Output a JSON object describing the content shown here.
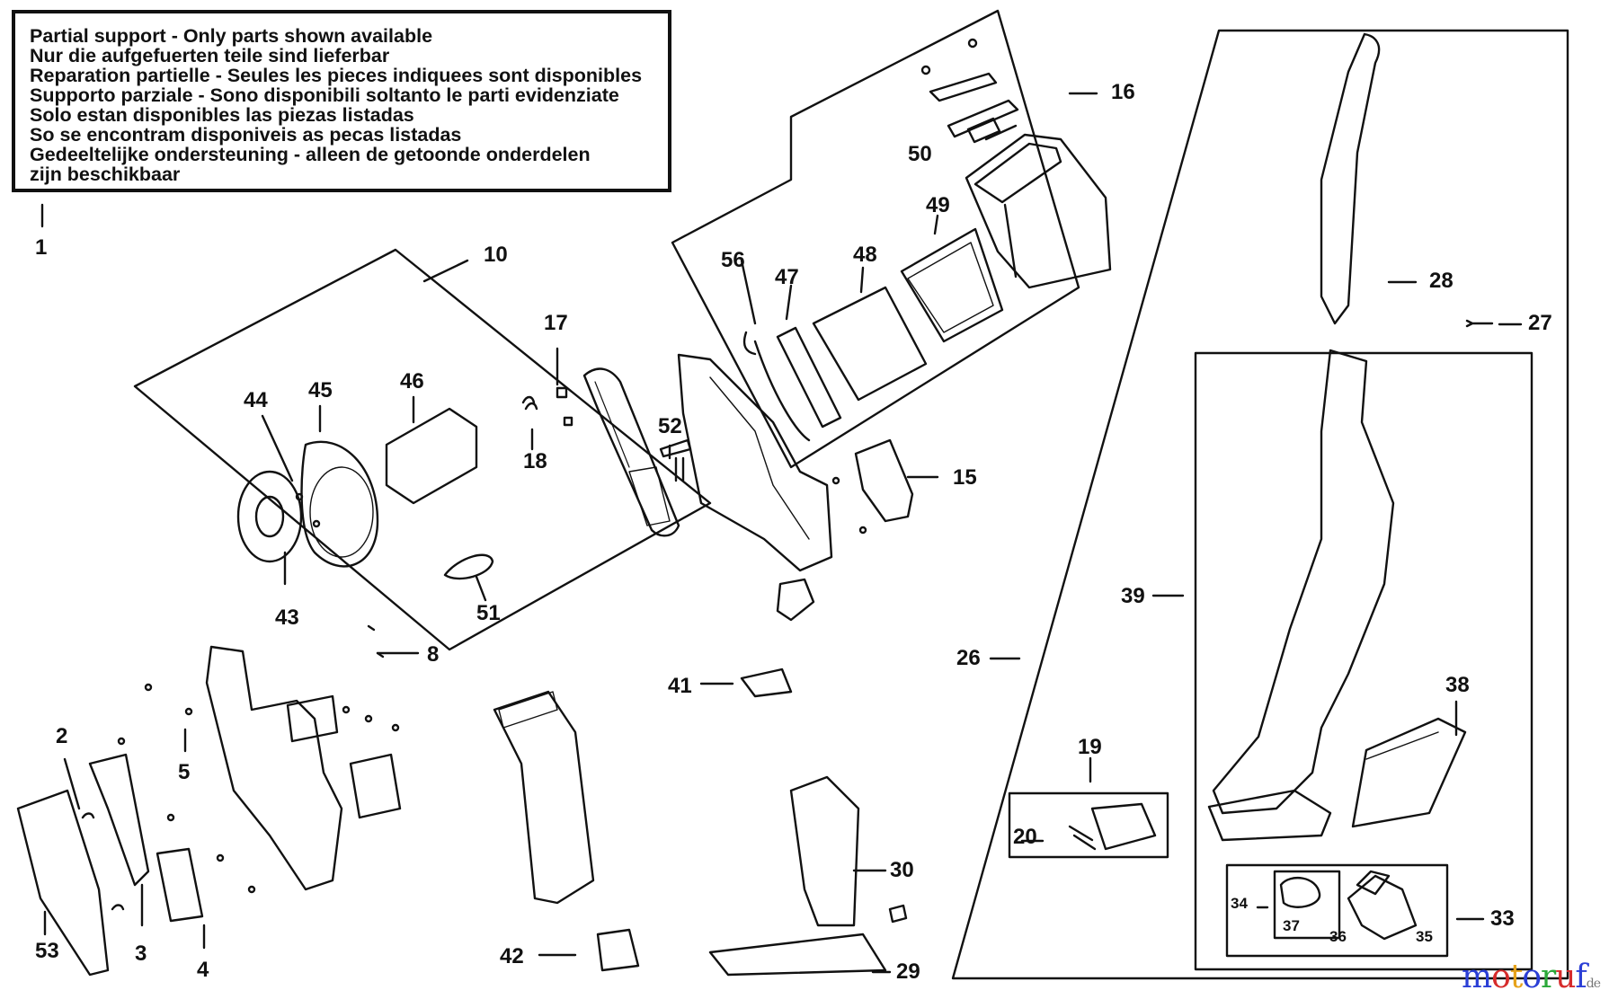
{
  "notice": {
    "lines": [
      "Partial support - Only parts shown available",
      "Nur die aufgefuerten teile sind lieferbar",
      "Reparation partielle - Seules les pieces indiquees sont disponibles",
      "Supporto parziale - Sono disponibili soltanto le parti evidenziate",
      "Solo estan disponibles las piezas listadas",
      "So se encontram disponiveis as pecas listadas",
      "Gedeeltelijke ondersteuning - alleen de getoonde onderdelen",
      "zijn beschikbaar"
    ]
  },
  "parts": {
    "p1": "1",
    "p2": "2",
    "p3": "3",
    "p4": "4",
    "p5": "5",
    "p8": "8",
    "p10": "10",
    "p15": "15",
    "p16": "16",
    "p17": "17",
    "p18": "18",
    "p19": "19",
    "p20": "20",
    "p26": "26",
    "p27": "27",
    "p28": "28",
    "p29": "29",
    "p30": "30",
    "p33": "33",
    "p34": "34",
    "p35": "35",
    "p36": "36",
    "p37": "37",
    "p38": "38",
    "p39": "39",
    "p41": "41",
    "p42": "42",
    "p43": "43",
    "p44": "44",
    "p45": "45",
    "p46": "46",
    "p47": "47",
    "p48": "48",
    "p49": "49",
    "p50": "50",
    "p51": "51",
    "p52": "52",
    "p53": "53",
    "p56": "56"
  },
  "watermark": {
    "text": "motoruf",
    "suffix": "de",
    "colors": [
      "#2b3fd6",
      "#d62b2b",
      "#e6a21a",
      "#2b3fd6",
      "#2ba83a",
      "#d62b2b",
      "#2b3fd6"
    ]
  }
}
